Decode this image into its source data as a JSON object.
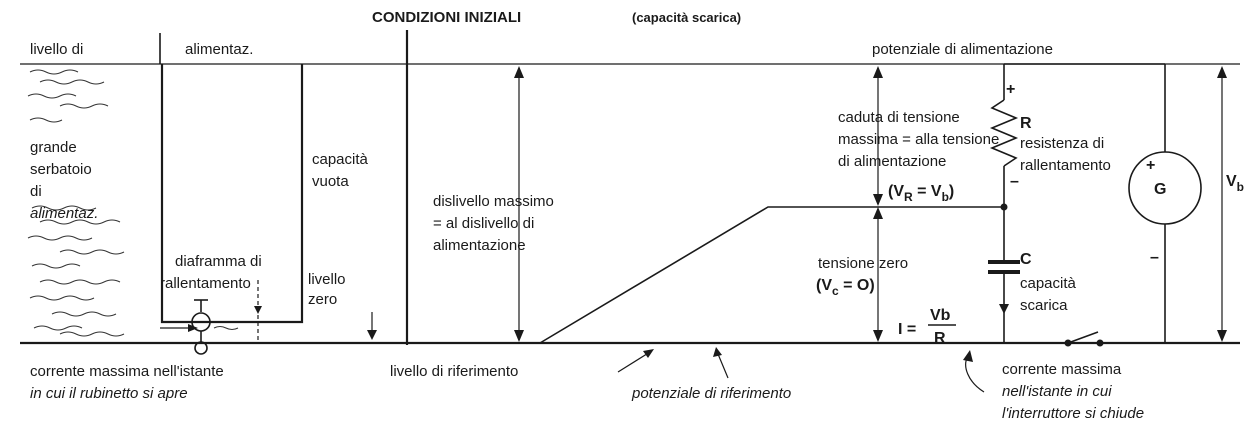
{
  "title": "CONDIZIONI INIZIALI",
  "title_note": "(capacità scarica)",
  "water": {
    "livello_di": "livello di",
    "alimentaz": "alimentaz.",
    "serbatoio_1": "grande",
    "serbatoio_2": "serbatoio",
    "serbatoio_3": "di",
    "serbatoio_4": "alimentaz.",
    "capacita_1": "capacità",
    "capacita_2": "vuota",
    "diaframma_1": "diaframma di",
    "diaframma_2": "rallentamento",
    "livello_zero_1": "livello",
    "livello_zero_2": "zero",
    "corrente_1": "corrente massima nell'istante",
    "corrente_2": "in cui il rubinetto si apre"
  },
  "middle": {
    "dislivello_1": "dislivello massimo",
    "dislivello_2": "= al dislivello di",
    "dislivello_3": "alimentazione",
    "livello_riferimento": "livello di riferimento",
    "potenziale_riferimento": "potenziale di riferimento"
  },
  "circuit": {
    "potenziale_alimentazione": "potenziale di alimentazione",
    "caduta_1": "caduta di tensione",
    "caduta_2": "massima = alla tensione",
    "caduta_3": "di alimentazione",
    "vr_eq": "(V",
    "vr_sub": "R",
    "vr_mid": " = V",
    "vr_sub2": "b",
    "vr_end": ")",
    "plus_r": "+",
    "r_label": "R",
    "resistenza_1": "resistenza di",
    "resistenza_2": "rallentamento",
    "minus_r": "–",
    "plus_g": "+",
    "g_label": "G",
    "minus_g": "–",
    "vb_label": "V",
    "vb_sub": "b",
    "tensione_zero": "tensione zero",
    "vc_open": "(V",
    "vc_sub": "c",
    "vc_end": " = O)",
    "i_eq": "I =",
    "i_num": "Vb",
    "i_den": "R",
    "c_label": "C",
    "capacita_1": "capacità",
    "capacita_2": "scarica",
    "corrente_1": "corrente massima",
    "corrente_2": "nell'istante in cui",
    "corrente_3": "l'interruttore si chiude"
  }
}
